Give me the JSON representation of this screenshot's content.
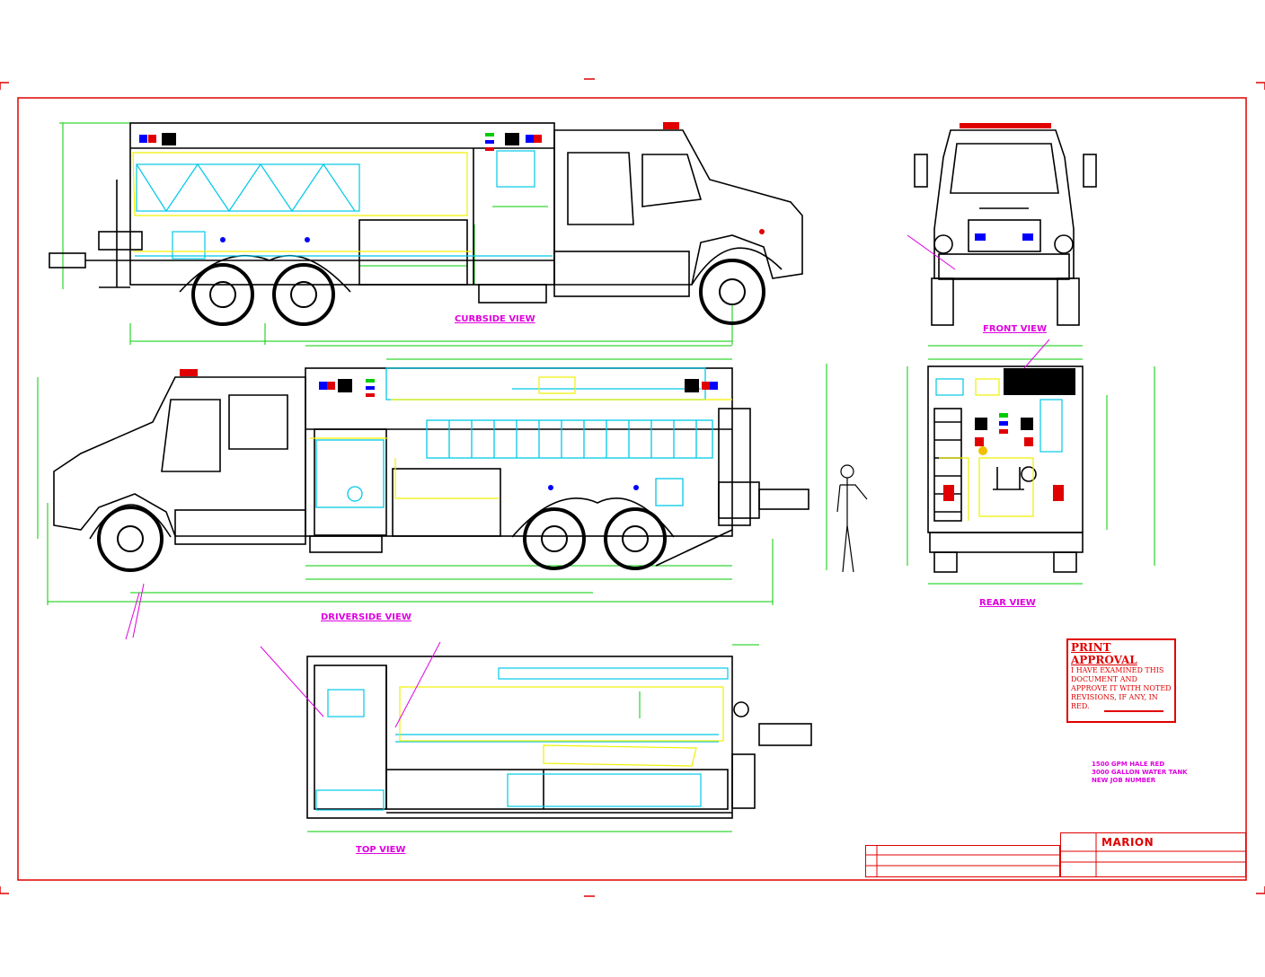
{
  "views": {
    "curbside": "CURBSIDE VIEW",
    "driverside": "DRIVERSIDE VIEW",
    "front": "FRONT VIEW",
    "rear": "REAR VIEW",
    "top": "TOP VIEW"
  },
  "print_approval": {
    "title": "PRINT APPROVAL",
    "body": "I HAVE EXAMINED THIS DOCUMENT AND APPROVE IT WITH NOTED REVISIONS, IF ANY, IN RED."
  },
  "notes": [
    "1500 GPM HALE RED",
    "3000 GALLON WATER TANK",
    "NEW JOB NUMBER"
  ],
  "title_block": {
    "logo": "MARION"
  },
  "colors": {
    "border": "#e00000",
    "outline": "#000000",
    "cyan": "#00c8e8",
    "yellow": "#f0f000",
    "green": "#00cc00",
    "magenta": "#e000e0"
  }
}
